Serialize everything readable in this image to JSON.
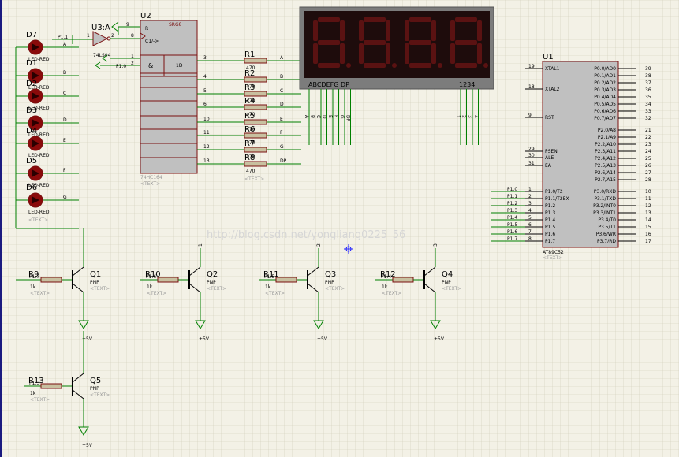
{
  "u2": {
    "ref": "U2",
    "top": "SRG8",
    "r": "R",
    "c1": "C1/->",
    "amp": "&",
    "tag": "1D",
    "part": "74HC164",
    "text": "<TEXT>"
  },
  "u3": {
    "ref": "U3:A",
    "part": "74LS04",
    "pin1": "1",
    "pin2": "2"
  },
  "u1": {
    "ref": "U1",
    "part": "AT89C52",
    "text": "<TEXT>",
    "left_pins": [
      {
        "n": "19",
        "name": "XTAL1"
      },
      {
        "n": "18",
        "name": "XTAL2"
      },
      {
        "n": "9",
        "name": "RST"
      },
      {
        "n": "29",
        "name": "PSEN"
      },
      {
        "n": "30",
        "name": "ALE"
      },
      {
        "n": "31",
        "name": "EA"
      },
      {
        "n": "1",
        "name": "P1.0/T2"
      },
      {
        "n": "2",
        "name": "P1.1/T2EX"
      },
      {
        "n": "3",
        "name": "P1.2"
      },
      {
        "n": "4",
        "name": "P1.3"
      },
      {
        "n": "5",
        "name": "P1.4"
      },
      {
        "n": "6",
        "name": "P1.5"
      },
      {
        "n": "7",
        "name": "P1.6"
      },
      {
        "n": "8",
        "name": "P1.7"
      }
    ],
    "right_pins": [
      {
        "n": "39",
        "name": "P0.0/AD0"
      },
      {
        "n": "38",
        "name": "P0.1/AD1"
      },
      {
        "n": "37",
        "name": "P0.2/AD2"
      },
      {
        "n": "36",
        "name": "P0.3/AD3"
      },
      {
        "n": "35",
        "name": "P0.4/AD4"
      },
      {
        "n": "34",
        "name": "P0.5/AD5"
      },
      {
        "n": "33",
        "name": "P0.6/AD6"
      },
      {
        "n": "32",
        "name": "P0.7/AD7"
      },
      {
        "n": "21",
        "name": "P2.0/A8"
      },
      {
        "n": "22",
        "name": "P2.1/A9"
      },
      {
        "n": "23",
        "name": "P2.2/A10"
      },
      {
        "n": "24",
        "name": "P2.3/A11"
      },
      {
        "n": "25",
        "name": "P2.4/A12"
      },
      {
        "n": "26",
        "name": "P2.5/A13"
      },
      {
        "n": "27",
        "name": "P2.6/A14"
      },
      {
        "n": "28",
        "name": "P2.7/A15"
      },
      {
        "n": "10",
        "name": "P3.0/RXD"
      },
      {
        "n": "11",
        "name": "P3.1/TXD"
      },
      {
        "n": "12",
        "name": "P3.2/INT0"
      },
      {
        "n": "13",
        "name": "P3.3/INT1"
      },
      {
        "n": "14",
        "name": "P3.4/T0"
      },
      {
        "n": "15",
        "name": "P3.5/T1"
      },
      {
        "n": "16",
        "name": "P3.6/WR"
      },
      {
        "n": "17",
        "name": "P3.7/RD"
      }
    ]
  },
  "net_labels_u1": [
    "P1.0",
    "P1.1",
    "P1.2",
    "P1.3",
    "P1.4",
    "P1.5",
    "P1.6",
    "P1.7"
  ],
  "display": {
    "segments": "ABCDEFG  DP",
    "digits": "1234",
    "seg_pins": [
      "A",
      "B",
      "C",
      "D",
      "E",
      "F",
      "G",
      "DP"
    ],
    "dig_pins": [
      "1",
      "2",
      "3",
      "4"
    ]
  },
  "shift_out_pins": [
    "3",
    "4",
    "5",
    "6",
    "10",
    "11",
    "12",
    "13"
  ],
  "segment_nets": [
    "A",
    "B",
    "C",
    "D",
    "E",
    "F",
    "G",
    "DP"
  ],
  "seg_resistors": [
    {
      "ref": "R1",
      "val": "470"
    },
    {
      "ref": "R2",
      "val": "470"
    },
    {
      "ref": "R3",
      "val": "470"
    },
    {
      "ref": "R4",
      "val": "470"
    },
    {
      "ref": "R5",
      "val": "470"
    },
    {
      "ref": "R6",
      "val": "470"
    },
    {
      "ref": "R7",
      "val": "470"
    },
    {
      "ref": "R8",
      "val": "470"
    }
  ],
  "leds": [
    {
      "ref": "D7",
      "part": "LED-RED"
    },
    {
      "ref": "D1",
      "part": "LED-RED"
    },
    {
      "ref": "D2",
      "part": "LED-RED"
    },
    {
      "ref": "D3",
      "part": "LED-RED"
    },
    {
      "ref": "D4",
      "part": "LED-RED"
    },
    {
      "ref": "D5",
      "part": "LED-RED"
    },
    {
      "ref": "D6",
      "part": "LED-RED"
    }
  ],
  "led_nets": [
    "A",
    "B",
    "C",
    "D",
    "E",
    "F",
    "G"
  ],
  "top_nets": {
    "p11": "P1.1",
    "p10": "P1.0",
    "pin9": "9",
    "pin8": "8",
    "pin1": "1",
    "pin2": "2"
  },
  "transistors": [
    {
      "q": "Q1",
      "type": "PNP",
      "r": "R9",
      "rv": "1k",
      "net": "P1.7",
      "digit": ""
    },
    {
      "q": "Q2",
      "type": "PNP",
      "r": "R10",
      "rv": "1k",
      "net": "P1.6",
      "digit": "1"
    },
    {
      "q": "Q3",
      "type": "PNP",
      "r": "R11",
      "rv": "1k",
      "net": "P1.5",
      "digit": "2"
    },
    {
      "q": "Q4",
      "type": "PNP",
      "r": "R12",
      "rv": "1k",
      "net": "P1.4",
      "digit": "3"
    },
    {
      "q": "Q5",
      "type": "PNP",
      "r": "R13",
      "rv": "1k",
      "net": "P1.3",
      "digit": ""
    }
  ],
  "supply": "+5V",
  "text_tag": "<TEXT>",
  "watermark": "http://blog.csdn.net/yongliang0225_56"
}
